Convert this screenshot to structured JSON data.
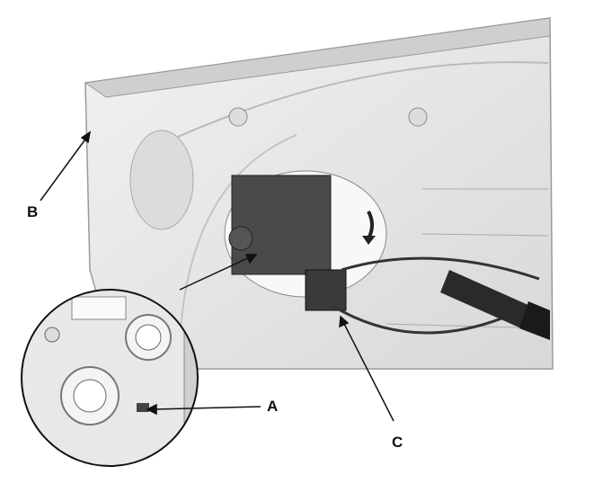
{
  "labels": {
    "a": "A",
    "b": "B",
    "c": "C"
  },
  "colors": {
    "panel": "#e6e6e6",
    "panel_edge": "#bdbdbd",
    "dark": "#2a2a2a",
    "line": "#111111"
  }
}
